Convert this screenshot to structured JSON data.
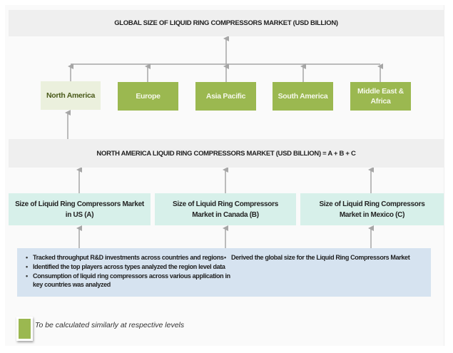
{
  "global": {
    "title": "GLOBAL SIZE OF LIQUID RING COMPRESSORS MARKET (USD BILLION)"
  },
  "regions": [
    {
      "label": "North America",
      "highlighted": true
    },
    {
      "label": "Europe",
      "highlighted": false
    },
    {
      "label": "Asia Pacific",
      "highlighted": false
    },
    {
      "label": "South America",
      "highlighted": false
    },
    {
      "label": "Middle East & Africa",
      "highlighted": false
    }
  ],
  "north_america": {
    "title": "NORTH AMERICA LIQUID RING COMPRESSORS MARKET (USD BILLION) = A + B + C"
  },
  "countries": [
    {
      "label": "Size of Liquid Ring Compressors Market in US (A)"
    },
    {
      "label": "Size of Liquid Ring Compressors Market in Canada (B)"
    },
    {
      "label": "Size of Liquid Ring Compressors Market in Mexico (C)"
    }
  ],
  "methodology": {
    "left": [
      "Tracked throughput R&D investments across countries and regions",
      "Identified the top players across types analyzed  the region level data",
      "Consumption of liquid ring compressors across various application in  key countries was analyzed"
    ],
    "right": [
      "Derived the global size for the Liquid Ring Compressors Market"
    ]
  },
  "legend": {
    "text": "To be calculated similarly at respective levels"
  },
  "colors": {
    "region_green": "#9bb850",
    "region_light": "#ebf0dd",
    "country_mint": "#d7f0ea",
    "method_blue": "#d6e3f0",
    "connector_gray": "#a6a6a6"
  }
}
